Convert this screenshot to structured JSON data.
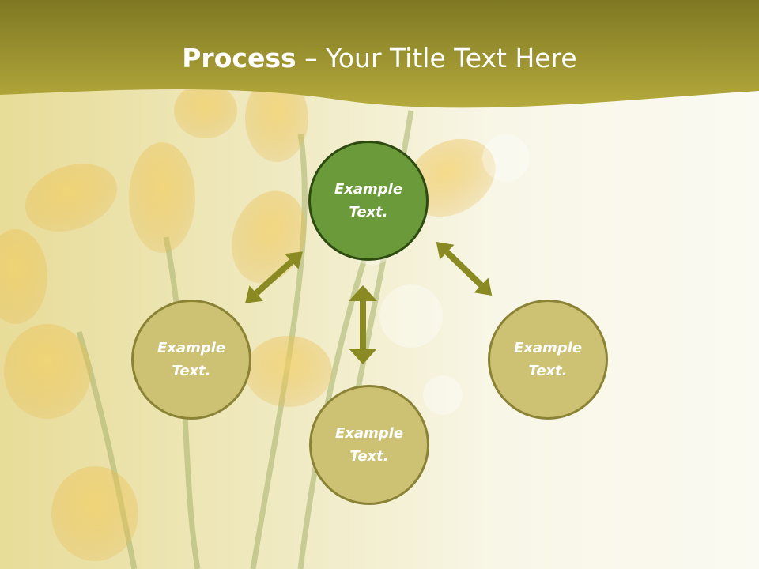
{
  "title": {
    "bold_part": "Process",
    "rest_part": " – Your Title Text Here"
  },
  "nodes": {
    "top": {
      "line1": "Example",
      "line2": "Text."
    },
    "left": {
      "line1": "Example",
      "line2": "Text."
    },
    "bottom": {
      "line1": "Example",
      "line2": "Text."
    },
    "right": {
      "line1": "Example",
      "line2": "Text."
    }
  },
  "colors": {
    "header_band": "#a9a033",
    "arrow": "#8a8a22",
    "center_node": "#6a9a3a",
    "outer_node": "#cdc173"
  },
  "icons": [
    "double-arrow-icon",
    "tulip-background"
  ]
}
